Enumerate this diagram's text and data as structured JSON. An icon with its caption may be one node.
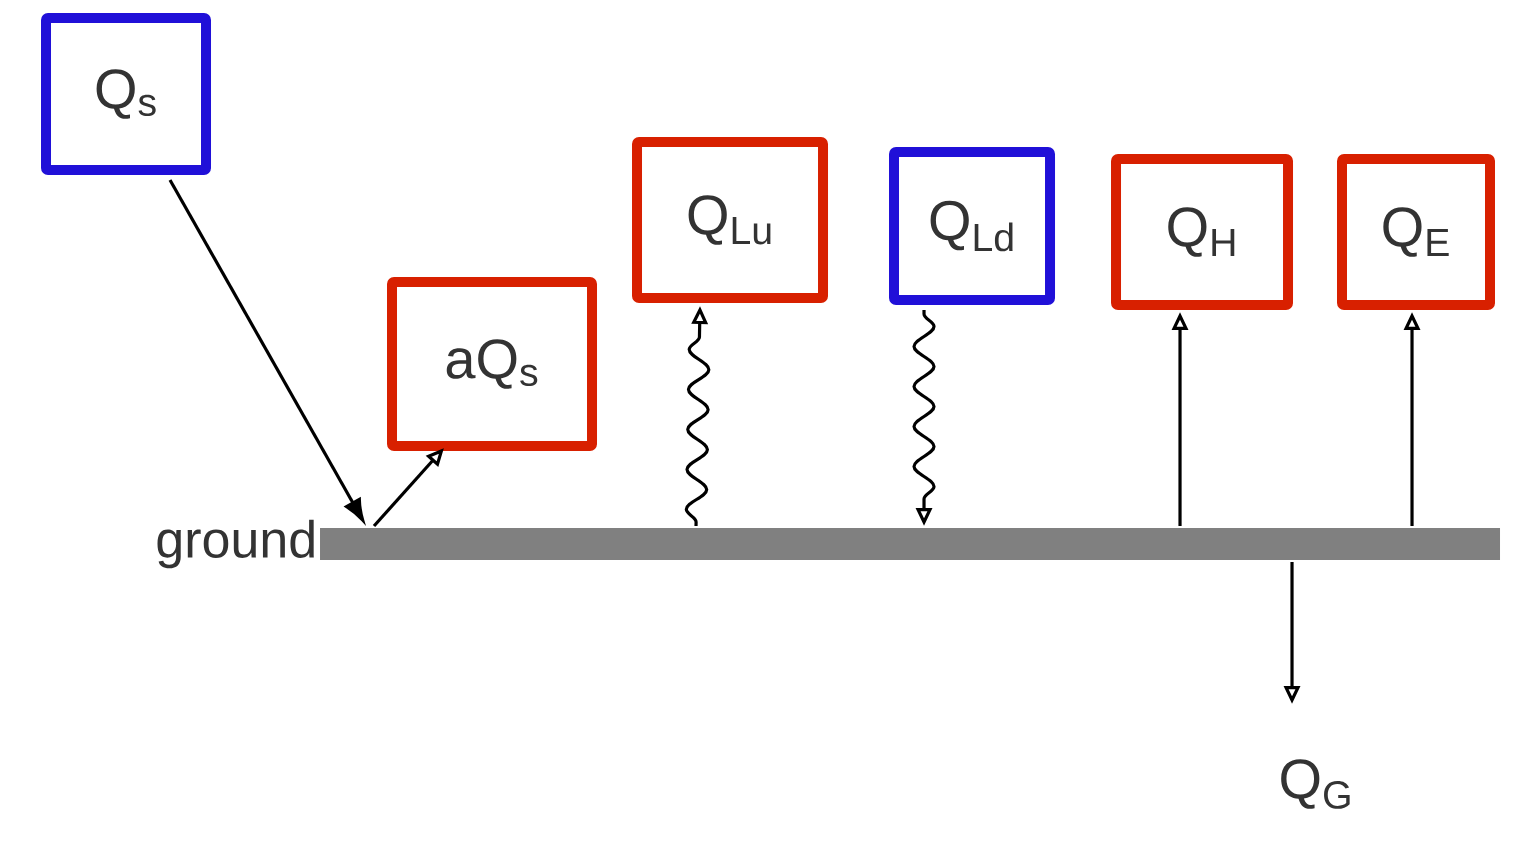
{
  "diagram": {
    "nodes": [
      {
        "text": [
          "Q$_{s}$"
        ]
      },
      {
        "text": [
          "aQ$_{s}$"
        ]
      },
      {
        "text": [
          "Q$_{Lu}$"
        ]
      },
      {
        "text": [
          "Q$_{Ld}$"
        ]
      },
      {
        "text": [
          "Q$_{H}$"
        ]
      },
      {
        "text": [
          "Q$_{E}$"
        ]
      },
      {
        "text": [
          "ground"
        ]
      },
      {
        "text": [
          "Q$_{G}$"
        ]
      }
    ],
    "edges": [
      {
        "from": 0,
        "to": 6,
        "arrow": "to"
      },
      {
        "from": 6,
        "to": 1,
        "arrow": "to"
      },
      {
        "from": 6,
        "to": 2,
        "arrow": "to"
      },
      {
        "from": 3,
        "to": 6,
        "arrow": "to"
      },
      {
        "from": 6,
        "to": 4,
        "arrow": "to"
      },
      {
        "from": 6,
        "to": 5,
        "arrow": "to"
      },
      {
        "from": 6,
        "to": 7,
        "arrow": "to"
      }
    ]
  }
}
